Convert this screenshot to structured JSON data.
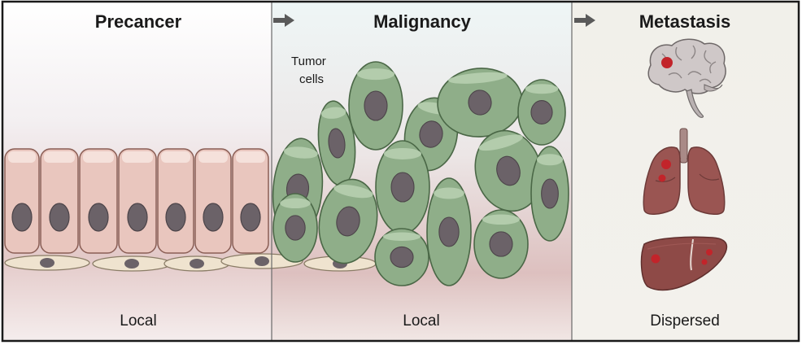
{
  "panels": [
    {
      "title": "Precancer",
      "footer": "Local"
    },
    {
      "title": "Malignancy",
      "footer": "Local",
      "annotation": [
        "Tumor",
        "cells"
      ]
    },
    {
      "title": "Metastasis",
      "footer": "Dispersed"
    }
  ],
  "arrow_icon": "right-arrow-icon",
  "organs": [
    "brain-icon",
    "lungs-icon",
    "liver-icon"
  ],
  "colors": {
    "epithelial_fill": "#e9c6be",
    "epithelial_stroke": "#8a5e55",
    "nucleus": "#6b6268",
    "tumor_fill": "#8fae89",
    "tumor_stroke": "#4a6746",
    "stromal_fill": "#efe3cf",
    "metastasis_spot": "#c2242a",
    "organ_fill": "#9a5552",
    "brain_fill": "#cfc8c8",
    "border": "#1a1a1a"
  }
}
